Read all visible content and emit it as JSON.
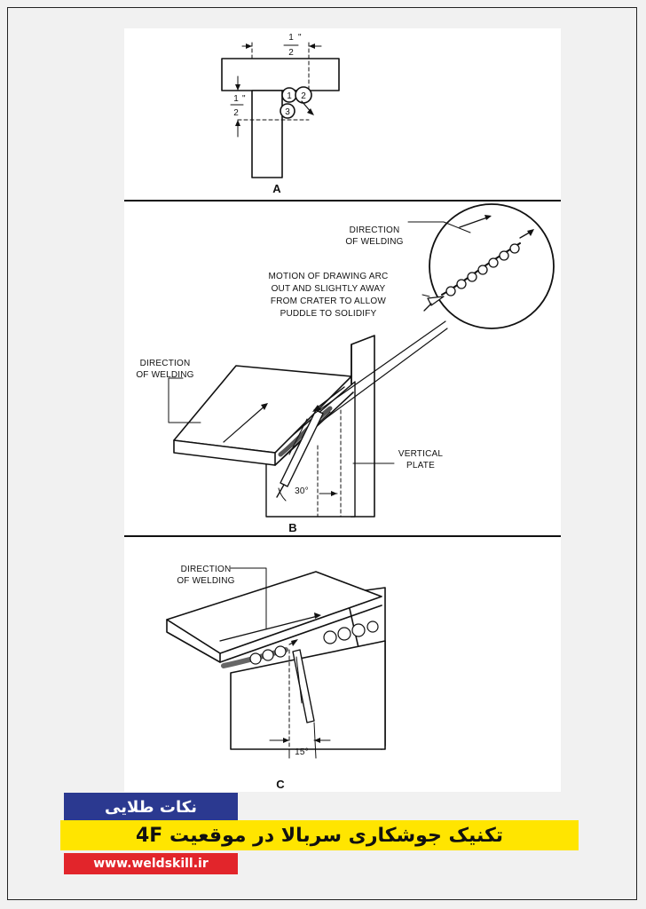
{
  "panel_a": {
    "fraction_top": {
      "num": "1",
      "den": "2",
      "mark": "\""
    },
    "fraction_side": {
      "num": "1",
      "den": "2",
      "mark": "\""
    },
    "pass_1": "1",
    "pass_2": "2",
    "pass_3": "3",
    "label": "A"
  },
  "panel_b": {
    "callout_direction": [
      "DIRECTION",
      "OF WELDING"
    ],
    "motion_note": [
      "MOTION OF DRAWING ARC",
      "OUT AND SLIGHTLY AWAY",
      "FROM CRATER TO ALLOW",
      "PUDDLE TO SOLIDIFY"
    ],
    "direction": [
      "DIRECTION",
      "OF WELDING"
    ],
    "vertical_plate": [
      "VERTICAL",
      "PLATE"
    ],
    "angle": "30°",
    "label": "B"
  },
  "panel_c": {
    "direction": [
      "DIRECTION",
      "OF WELDING"
    ],
    "angle": "15°",
    "label": "C"
  },
  "banner": {
    "tag": "نکات طلایی",
    "title": "تکنیک جوشکاری سربالا در موقعیت 4F",
    "url": "www.weldskill.ir"
  },
  "colors": {
    "blue": "#2b3990",
    "yellow": "#ffe500",
    "red": "#e2252b"
  }
}
